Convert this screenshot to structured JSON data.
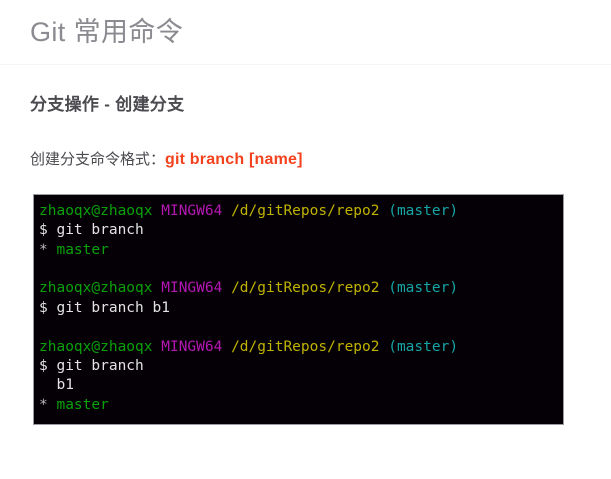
{
  "header": {
    "title": "Git 常用命令"
  },
  "main": {
    "section_heading": "分支操作 - 创建分支",
    "format_label": "创建分支命令格式：",
    "format_command": "git branch [name]"
  },
  "colors": {
    "accent_red": "#f4411e",
    "title_gray": "#8a8a90",
    "heading_gray": "#4a4a4f",
    "terminal_bg": "#050006",
    "terminal_border": "#9b9ba3",
    "term_user_green": "#0aa10a",
    "term_mingw_magenta": "#b417b4",
    "term_path_yellow": "#bfb300",
    "term_branch_cyan": "#15a5a5",
    "term_text_white": "#e3e3e3"
  },
  "terminal": {
    "prompt_user": "zhaoqx@zhaoqx",
    "prompt_env": "MINGW64",
    "prompt_path": "/d/gitRepos/repo2",
    "prompt_branch": "(master)",
    "blocks": [
      {
        "command": "$ git branch",
        "output": [
          {
            "marker": "*",
            "text": " master",
            "color": "green"
          }
        ]
      },
      {
        "command": "$ git branch b1",
        "output": []
      },
      {
        "command": "$ git branch",
        "output": [
          {
            "marker": " ",
            "text": " b1",
            "color": "white"
          },
          {
            "marker": "*",
            "text": " master",
            "color": "green"
          }
        ]
      }
    ]
  }
}
